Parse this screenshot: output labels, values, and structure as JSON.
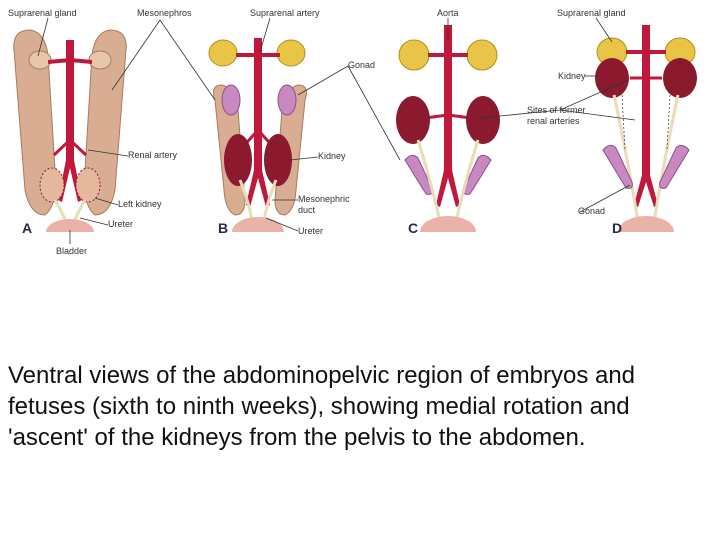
{
  "figure": {
    "labels": {
      "suprarenal_gland_a": "Suprarenal gland",
      "mesonephros": "Mesonephros",
      "suprarenal_artery": "Suprarenal artery",
      "aorta": "Aorta",
      "suprarenal_gland_d": "Suprarenal gland",
      "gonad_b": "Gonad",
      "kidney_d": "Kidney",
      "sites_former_renal_arteries_1": "Sites of former",
      "sites_former_renal_arteries_2": "renal arteries",
      "renal_artery": "Renal artery",
      "kidney_b": "Kidney",
      "left_kidney": "Left kidney",
      "mesonephric_duct_1": "Mesonephric",
      "mesonephric_duct_2": "duct",
      "gonad_d": "Gonad",
      "ureter_a": "Ureter",
      "ureter_b": "Ureter",
      "bladder": "Bladder"
    },
    "panels": [
      "A",
      "B",
      "C",
      "D"
    ],
    "colors": {
      "artery": "#c0183a",
      "mesonephros": "#d9ad92",
      "kidney": "#8b1a2e",
      "gland": "#e8c547",
      "gonad": "#c889c2",
      "bladder": "#ebb3a8",
      "ureter": "#eadcb6"
    }
  },
  "caption": "Ventral views of the abdominopelvic region of embryos and fetuses (sixth to ninth weeks), showing medial rotation and 'ascent' of the kidneys from the pelvis to the abdomen."
}
